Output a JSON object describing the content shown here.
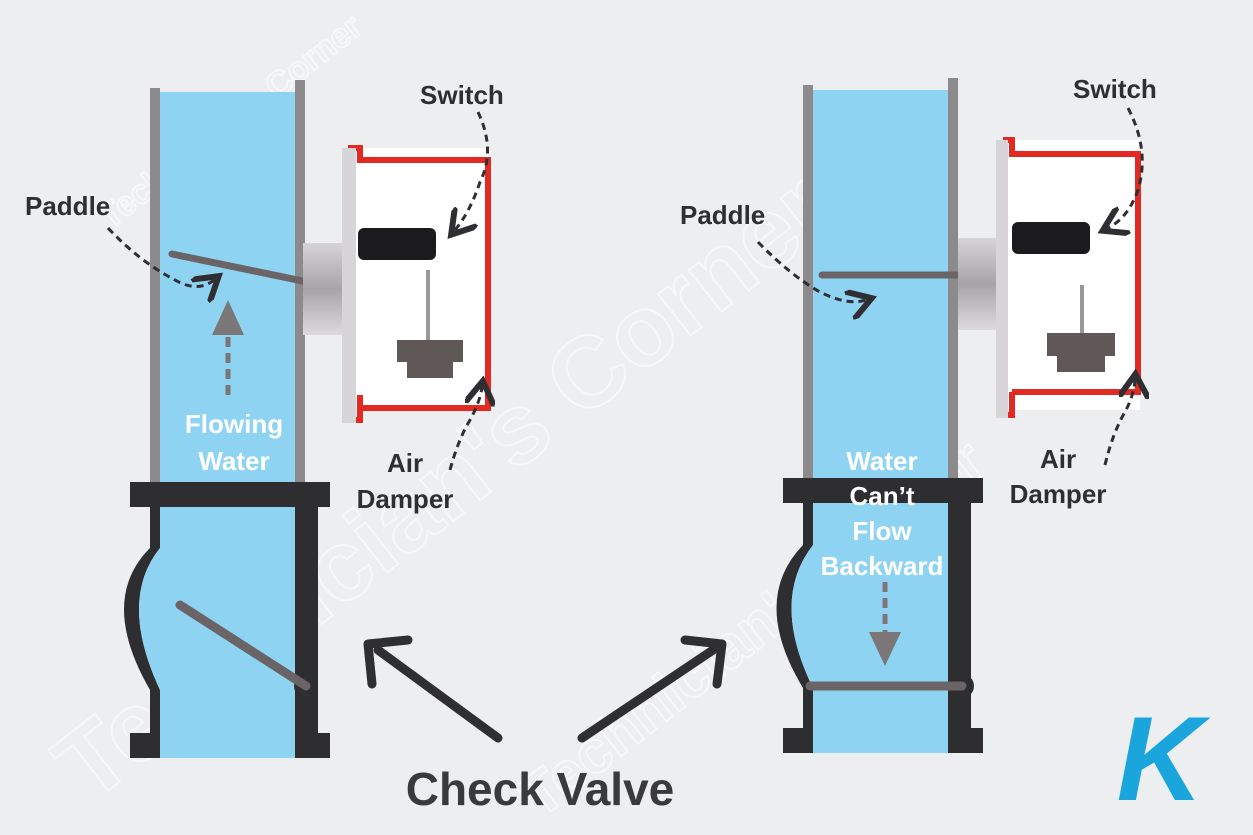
{
  "colors": {
    "background": "#eceef0",
    "water": "#8fd3f2",
    "pipe_wall": "#8c8a8c",
    "paddle": "#6b6466",
    "valve_body": "#2e2e30",
    "switch_box": "#e32a22",
    "switch_block": "#1b1b1d",
    "damper": "#5f5856",
    "logo": "#1aa5dc"
  },
  "left_panel": {
    "switch_label": "Switch",
    "paddle_label": "Paddle",
    "flow_line1": "Flowing",
    "flow_line2": "Water",
    "damper_line1": "Air",
    "damper_line2": "Damper"
  },
  "right_panel": {
    "switch_label": "Switch",
    "paddle_label": "Paddle",
    "flow_line1": "Water",
    "flow_line2": "Can’t",
    "flow_line3": "Flow",
    "flow_line4": "Backward",
    "damper_line1": "Air",
    "damper_line2": "Damper"
  },
  "bottom_label": "Check Valve",
  "watermark": "Technician's Corner",
  "logo_glyph": "K"
}
